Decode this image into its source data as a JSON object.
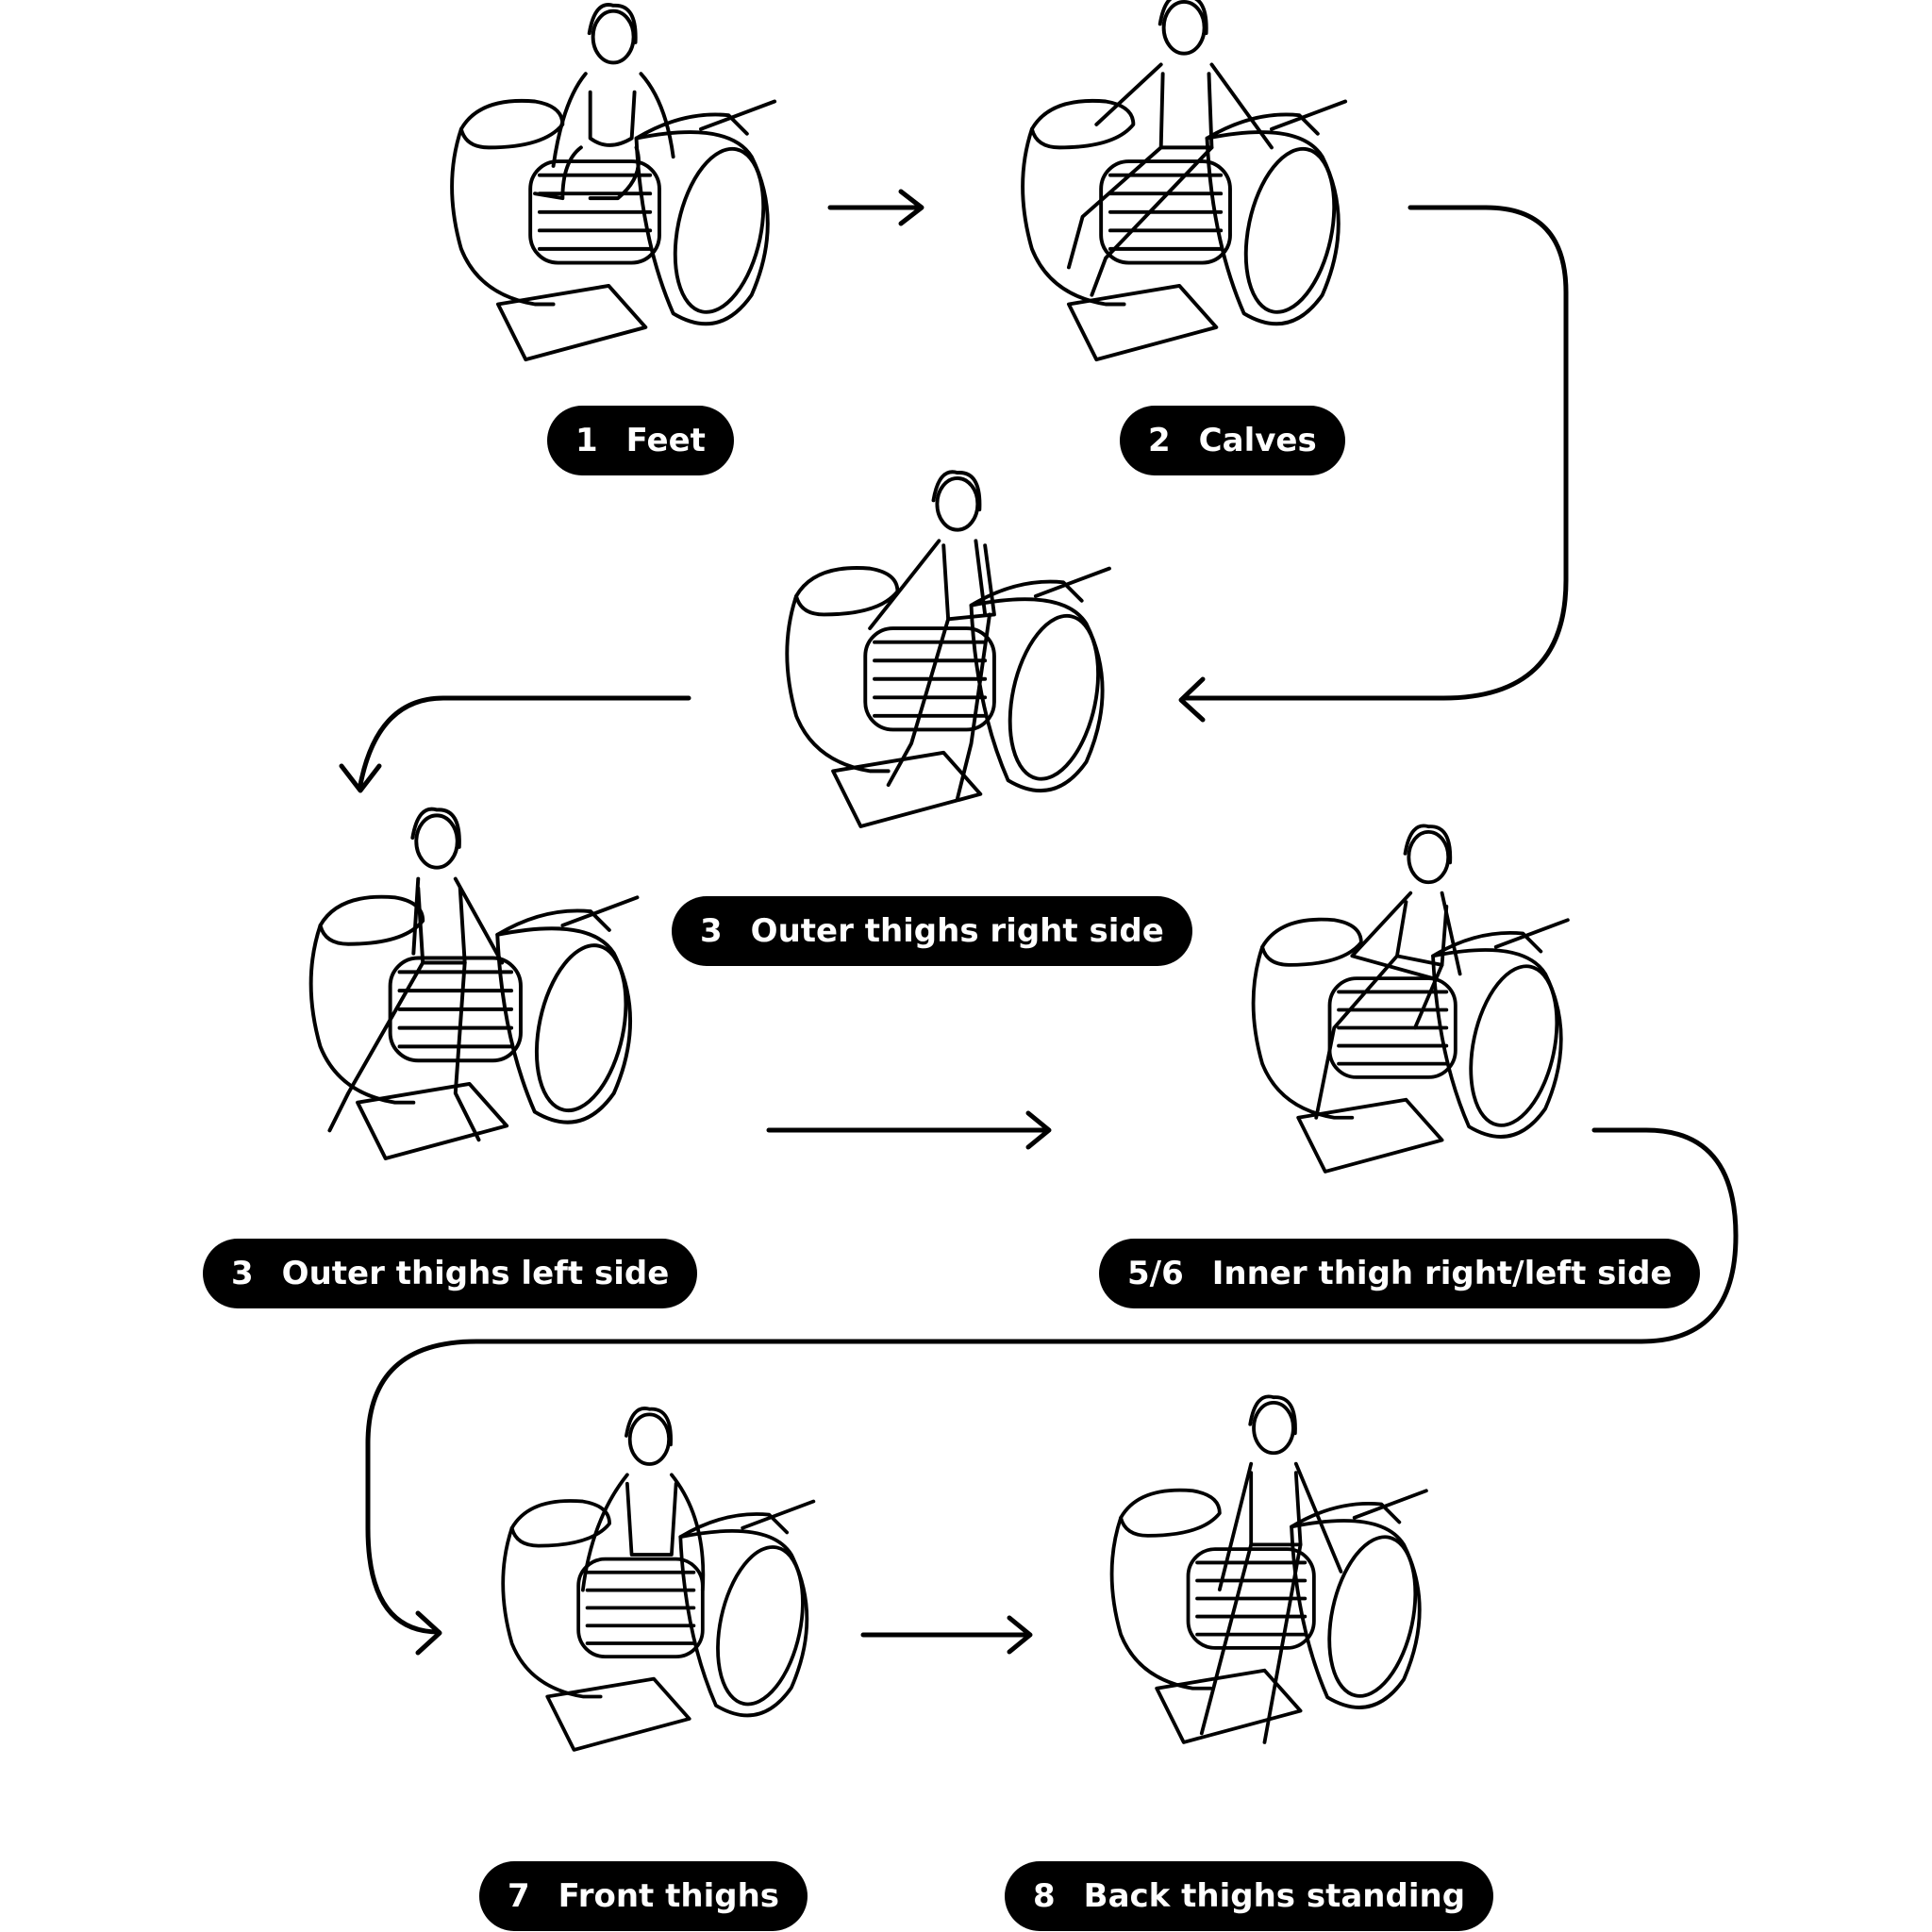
{
  "colors": {
    "ink": "#000000",
    "paper": "#ffffff",
    "label_bg": "#000000",
    "label_text": "#ffffff"
  },
  "steps": [
    {
      "id": "feet",
      "number": "1",
      "label": "Feet",
      "pose": "seated-feet-on-rollers"
    },
    {
      "id": "calves",
      "number": "2",
      "label": "Calves",
      "pose": "seated-legs-extended"
    },
    {
      "id": "outer-thighs-right",
      "number": "3",
      "label": "Outer thighs right side",
      "pose": "side-leaning-right"
    },
    {
      "id": "outer-thighs-left",
      "number": "3",
      "label": "Outer thighs left side",
      "pose": "side-leaning-left"
    },
    {
      "id": "inner-thigh",
      "number": "5/6",
      "label": "Inner thigh right/left side",
      "pose": "kneeling-lean"
    },
    {
      "id": "front-thighs",
      "number": "7",
      "label": "Front thighs",
      "pose": "seated-front"
    },
    {
      "id": "back-thighs",
      "number": "8",
      "label": "Back thighs standing",
      "pose": "standing-back"
    }
  ],
  "icons": [
    "arrow-right-icon",
    "curved-arrow-icon",
    "roller-machine-icon",
    "person-figure-icon"
  ]
}
